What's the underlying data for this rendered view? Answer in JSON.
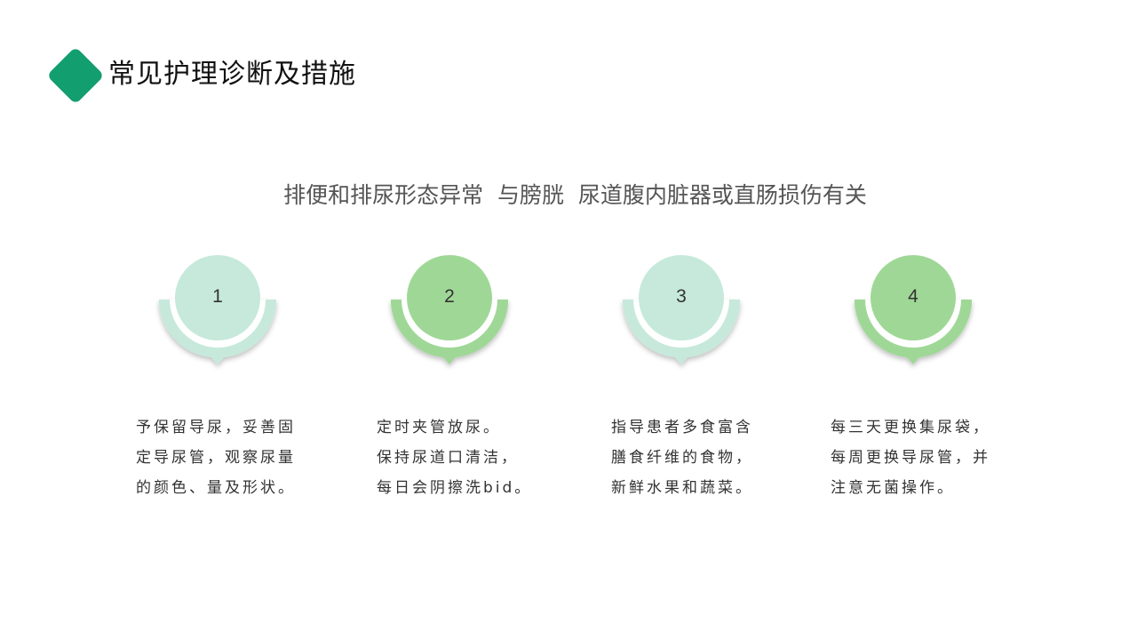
{
  "header": {
    "title": "常见护理诊断及措施",
    "accent_color": "#129e6f"
  },
  "diagnosis": {
    "text": "排便和排尿形态异常  与膀胱  尿道腹内脏器或直肠损伤有关"
  },
  "steps": [
    {
      "number": "1",
      "color": "#c6e9dc",
      "lines": [
        "予保留导尿，妥善固",
        "定导尿管，观察尿量",
        "的颜色、量及形状。"
      ]
    },
    {
      "number": "2",
      "color": "#9fd896",
      "lines": [
        "定时夹管放尿。",
        "保持尿道口清洁，",
        "每日会阴擦洗bid。"
      ]
    },
    {
      "number": "3",
      "color": "#c6e9dc",
      "lines": [
        "指导患者多食富含",
        "膳食纤维的食物，",
        "新鲜水果和蔬菜。"
      ]
    },
    {
      "number": "4",
      "color": "#9fd896",
      "lines": [
        "每三天更换集尿袋，",
        "每周更换导尿管，并",
        "注意无菌操作。"
      ]
    }
  ]
}
